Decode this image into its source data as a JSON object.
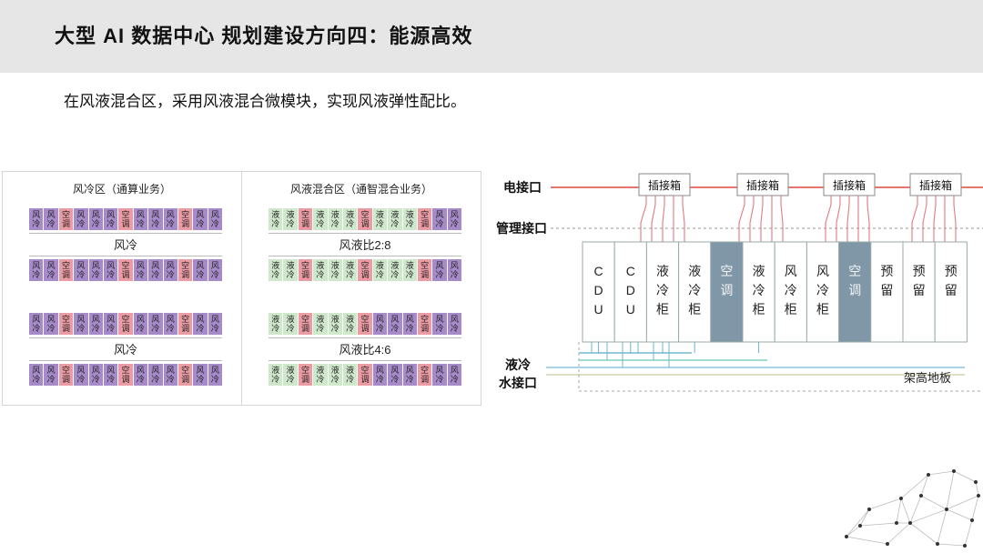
{
  "header": {
    "title": "大型 AI 数据中心 规划建设方向四：能源高效"
  },
  "subtitle": "在风液混合区，采用风液混合微模块，实现风液弹性配比。",
  "colors": {
    "air_cooling": "#a68ac9",
    "air_conditioner": "#ea9ba3",
    "liquid_cooling": "#cfe8cc",
    "ac_cabinet": "#7f97a6",
    "power_line": "#e0473d"
  },
  "air_zone": {
    "title": "风冷区（通算业务）",
    "modules": [
      {
        "top": [
          "风冷",
          "风冷",
          "空调",
          "风冷",
          "风冷",
          "风冷",
          "空调",
          "风冷",
          "风冷",
          "风冷",
          "空调",
          "风冷",
          "风冷"
        ],
        "middle": "风冷",
        "bottom": [
          "风冷",
          "风冷",
          "空调",
          "风冷",
          "风冷",
          "风冷",
          "空调",
          "风冷",
          "风冷",
          "风冷",
          "空调",
          "风冷",
          "风冷"
        ]
      },
      {
        "top": [
          "风冷",
          "风冷",
          "空调",
          "风冷",
          "风冷",
          "风冷",
          "空调",
          "风冷",
          "风冷",
          "风冷",
          "空调",
          "风冷",
          "风冷"
        ],
        "middle": "风冷",
        "bottom": [
          "风冷",
          "风冷",
          "空调",
          "风冷",
          "风冷",
          "风冷",
          "空调",
          "风冷",
          "风冷",
          "风冷",
          "空调",
          "风冷",
          "风冷"
        ]
      }
    ]
  },
  "mix_zone": {
    "title": "风液混合区（通智混合业务）",
    "modules": [
      {
        "top": [
          "液冷",
          "液冷",
          "空调",
          "液冷",
          "液冷",
          "液冷",
          "空调",
          "液冷",
          "液冷",
          "液冷",
          "空调",
          "风冷",
          "风冷"
        ],
        "middle": "风液比2:8",
        "bottom": [
          "液冷",
          "液冷",
          "空调",
          "液冷",
          "液冷",
          "液冷",
          "空调",
          "液冷",
          "液冷",
          "液冷",
          "空调",
          "风冷",
          "风冷"
        ]
      },
      {
        "top": [
          "液冷",
          "液冷",
          "空调",
          "液冷",
          "液冷",
          "液冷",
          "空调",
          "风冷",
          "风冷",
          "风冷",
          "空调",
          "风冷",
          "风冷"
        ],
        "middle": "风液比4:6",
        "bottom": [
          "液冷",
          "液冷",
          "空调",
          "液冷",
          "液冷",
          "液冷",
          "空调",
          "风冷",
          "风冷",
          "风冷",
          "空调",
          "风冷",
          "风冷"
        ]
      }
    ]
  },
  "diagram": {
    "power_port": "电接口",
    "mgmt_port": "管理接口",
    "liquid_port_line1": "液冷",
    "liquid_port_line2": "水接口",
    "raised_floor": "架高地板",
    "pdu_boxes": [
      "插接箱",
      "插接箱",
      "插接箱",
      "插接箱"
    ],
    "racks": [
      {
        "label": "CDU",
        "type": "cdu"
      },
      {
        "label": "CDU",
        "type": "cdu"
      },
      {
        "label": "液冷柜",
        "type": "liquid"
      },
      {
        "label": "液冷柜",
        "type": "liquid"
      },
      {
        "label": "空调",
        "type": "ac"
      },
      {
        "label": "液冷柜",
        "type": "liquid"
      },
      {
        "label": "风冷柜",
        "type": "air"
      },
      {
        "label": "风冷柜",
        "type": "air"
      },
      {
        "label": "空调",
        "type": "ac"
      },
      {
        "label": "预留",
        "type": "reserved"
      },
      {
        "label": "预留",
        "type": "reserved"
      },
      {
        "label": "预留",
        "type": "reserved"
      }
    ]
  }
}
